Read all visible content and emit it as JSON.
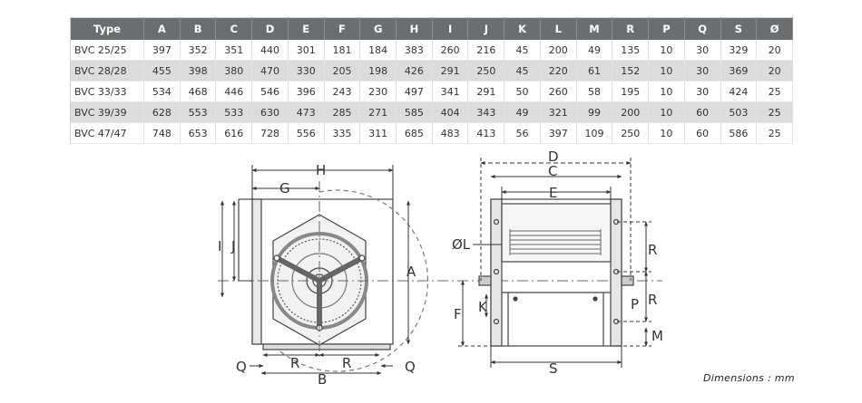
{
  "table": {
    "headers": [
      "Type",
      "A",
      "B",
      "C",
      "D",
      "E",
      "F",
      "G",
      "H",
      "I",
      "J",
      "K",
      "L",
      "M",
      "R",
      "P",
      "Q",
      "S",
      "Ø"
    ],
    "rows": [
      [
        "BVC 25/25",
        "397",
        "352",
        "351",
        "440",
        "301",
        "181",
        "184",
        "383",
        "260",
        "216",
        "45",
        "200",
        "49",
        "135",
        "10",
        "30",
        "329",
        "20"
      ],
      [
        "BVC 28/28",
        "455",
        "398",
        "380",
        "470",
        "330",
        "205",
        "198",
        "426",
        "291",
        "250",
        "45",
        "220",
        "61",
        "152",
        "10",
        "30",
        "369",
        "20"
      ],
      [
        "BVC 33/33",
        "534",
        "468",
        "446",
        "546",
        "396",
        "243",
        "230",
        "497",
        "341",
        "291",
        "50",
        "260",
        "58",
        "195",
        "10",
        "30",
        "424",
        "25"
      ],
      [
        "BVC 39/39",
        "628",
        "553",
        "533",
        "630",
        "473",
        "285",
        "271",
        "585",
        "404",
        "343",
        "49",
        "321",
        "99",
        "200",
        "10",
        "60",
        "503",
        "25"
      ],
      [
        "BVC 47/47",
        "748",
        "653",
        "616",
        "728",
        "556",
        "335",
        "311",
        "685",
        "483",
        "413",
        "56",
        "397",
        "109",
        "250",
        "10",
        "60",
        "586",
        "25"
      ]
    ]
  },
  "front_view": {
    "label_h": "H",
    "label_g": "G",
    "label_i": "I",
    "label_j": "J",
    "label_a": "A",
    "label_q_left": "Q",
    "label_q_right": "Q",
    "label_r_left": "R",
    "label_r_right": "R",
    "label_b": "B"
  },
  "side_view": {
    "label_d": "D",
    "label_c": "C",
    "label_e": "E",
    "label_l": "ØL",
    "label_r_top": "R",
    "label_r_bottom": "R",
    "label_k": "K",
    "label_f": "F",
    "label_p": "P",
    "label_m": "M",
    "label_s": "S"
  },
  "footer": {
    "units_note": "Dimensions : mm"
  }
}
